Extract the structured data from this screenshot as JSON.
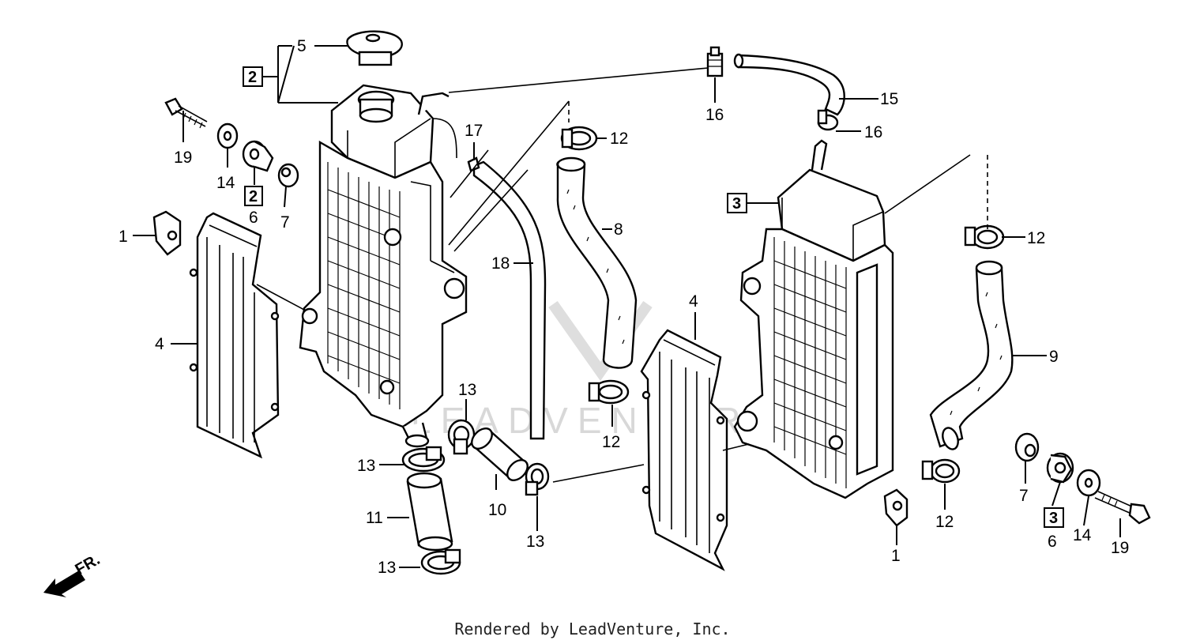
{
  "diagram": {
    "watermark_text": "LEADVENTURE",
    "footer": "Rendered by LeadVenture, Inc.",
    "direction_label": "FR.",
    "callouts": [
      "1",
      "4",
      "19",
      "14",
      "2",
      "6",
      "7",
      "5",
      "2",
      "17",
      "12",
      "8",
      "18",
      "13",
      "13",
      "11",
      "13",
      "10",
      "13",
      "16",
      "15",
      "16",
      "3",
      "12",
      "4",
      "9",
      "12",
      "12",
      "7",
      "3",
      "6",
      "14",
      "19",
      "1"
    ]
  }
}
